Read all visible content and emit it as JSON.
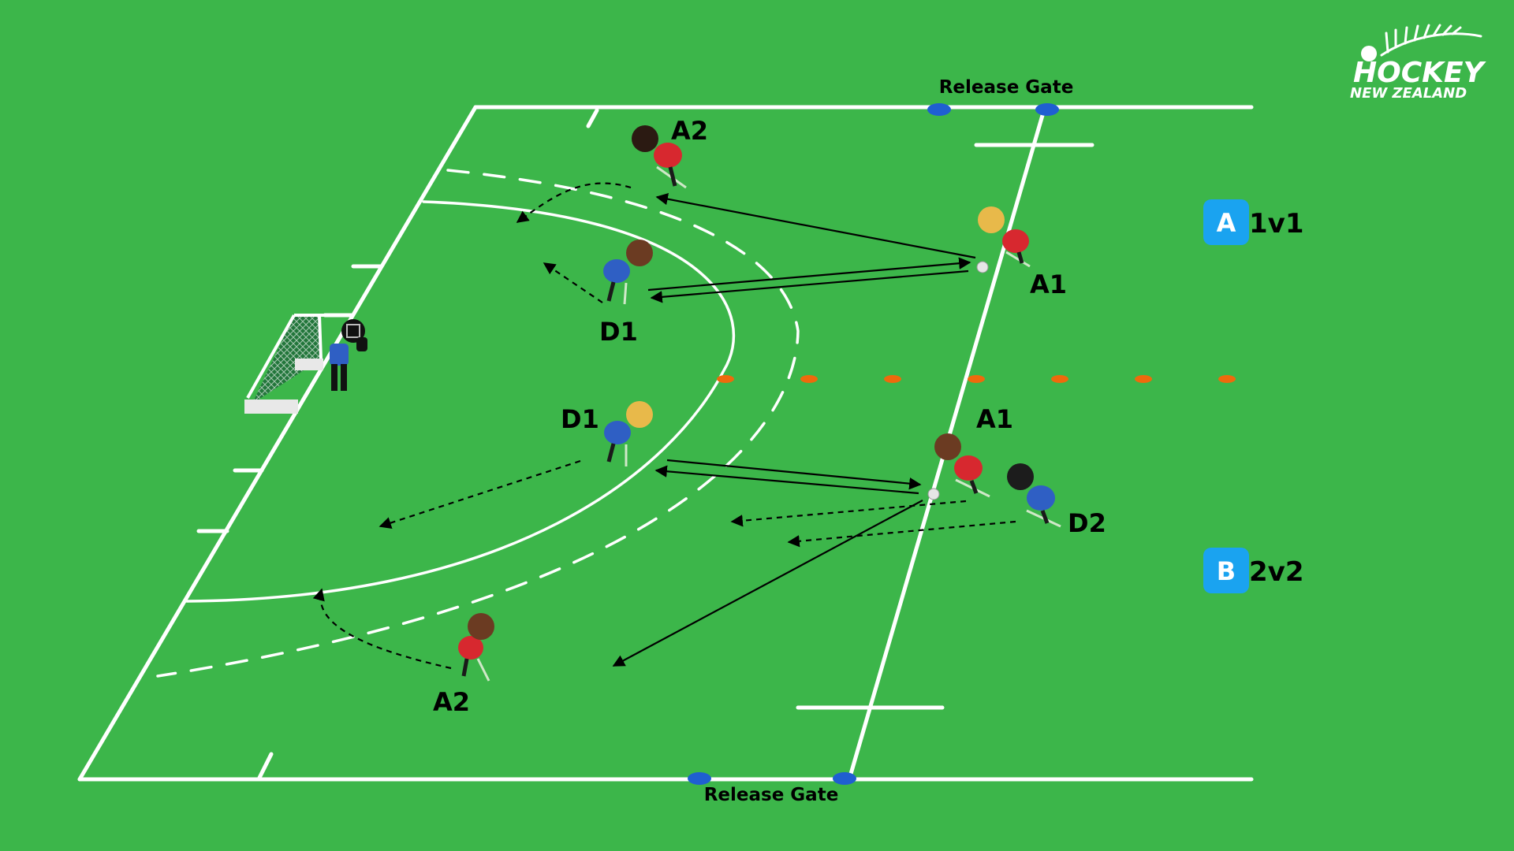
{
  "logo": {
    "line1": "HOCKEY",
    "line2": "NEW ZEALAND"
  },
  "gates": {
    "top": "Release Gate",
    "bottom": "Release Gate"
  },
  "players": {
    "top_a2": "A2",
    "top_a1": "A1",
    "top_d1": "D1",
    "bottom_d1": "D1",
    "bottom_a1": "A1",
    "bottom_d2": "D2",
    "bottom_a2": "A2"
  },
  "legend": [
    {
      "badge": "A",
      "label": "1v1"
    },
    {
      "badge": "B",
      "label": "2v2"
    }
  ],
  "colors": {
    "pitch": "#3cb64a",
    "lines": "#ffffff",
    "attacker_shirt": "#d7282f",
    "defender_shirt": "#2f5fc4",
    "cone_blue": "#1f5fd1",
    "cone_orange": "#ee6a0c",
    "badge": "#1aa3f0"
  }
}
